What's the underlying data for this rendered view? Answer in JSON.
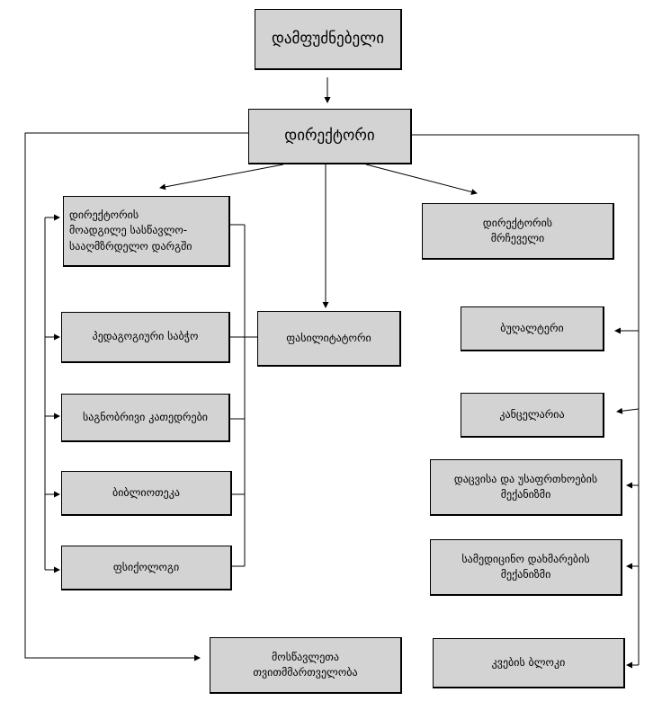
{
  "colors": {
    "box_fill": "#d3d3d3",
    "line": "#000000",
    "background": "#ffffff"
  },
  "chart": {
    "founder": "დამფუძნებელი",
    "director": "დირექტორი",
    "deputy_director": "დირექტორის\nმოადგილე სასწავლო-\nსააღმზრდელო დარგში",
    "pedagogical_council": "პედაგოგიური საბჭო",
    "subject_departments": "საგნობრივი კათედრები",
    "library": "ბიბლიოთეკა",
    "psychologist": "ფსიქოლოგი",
    "facilitator": "ფასილიტატორი",
    "student_self_government": "მოსწავლეთა\nთვითმმართველობა",
    "director_assistant": "დირექტორის\nმრჩეველი",
    "accounting": "ბუღალტერი",
    "chancellery": "კანცელარია",
    "security_mechanism": "დაცვისა და უსაფრთხოების\nმექანიზმი",
    "medical_mechanism": "სამედიცინო დახმარების\nმექანიზმი",
    "catering_block": "კვების ბლოკი"
  }
}
